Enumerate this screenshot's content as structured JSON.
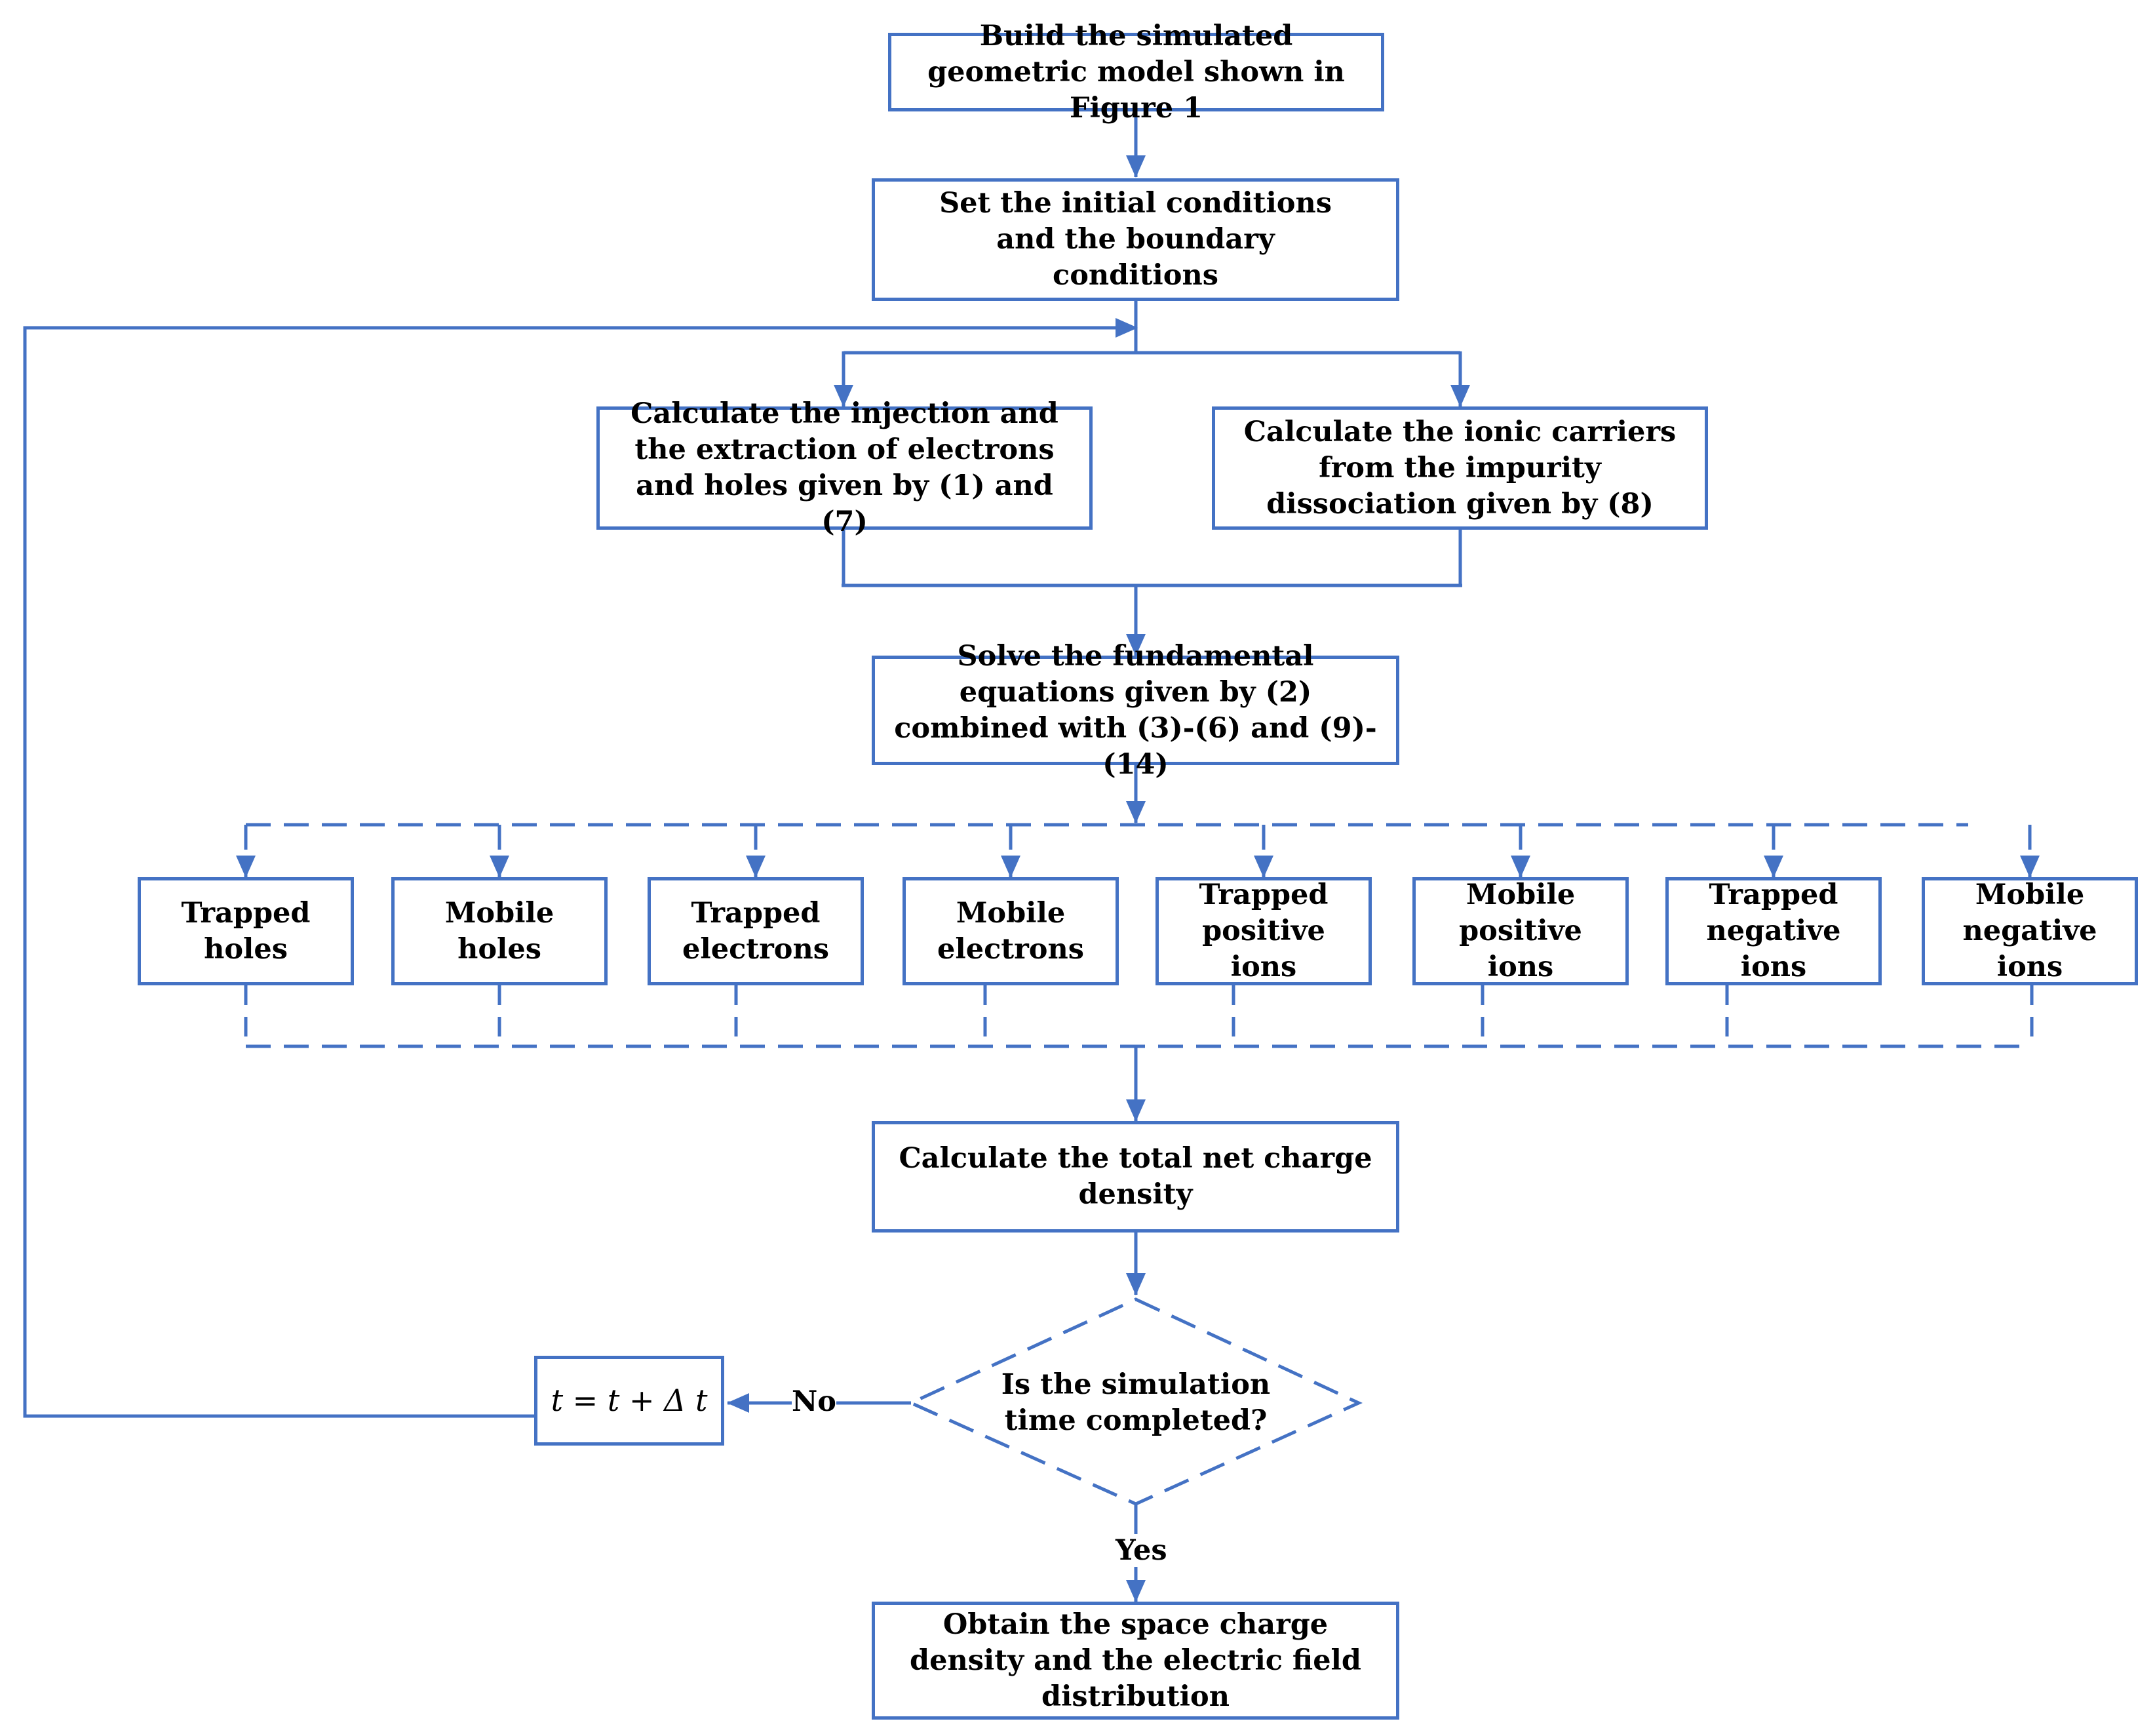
{
  "nodes": {
    "build_model": "Build the simulated geometric model shown in Figure 1",
    "set_conditions": "Set the initial conditions and the boundary conditions",
    "calc_injection": "Calculate the injection and the extraction of electrons and holes given by (1) and (7)",
    "calc_ionic": "Calculate the ionic carriers from the impurity dissociation given by (8)",
    "solve_equations": "Solve the fundamental equations given by (2) combined with (3)-(6) and (9)-(14)",
    "carriers": [
      "Trapped holes",
      "Mobile holes",
      "Trapped electrons",
      "Mobile electrons",
      "Trapped positive ions",
      "Mobile positive ions",
      "Trapped negative ions",
      "Mobile negative ions"
    ],
    "calc_total": "Calculate the total net charge density",
    "decision": "Is the simulation time completed?",
    "time_step": "t =  t + Δ t",
    "obtain_result": "Obtain the space charge density and the electric field distribution"
  },
  "edges": {
    "no_label": "No",
    "yes_label": "Yes"
  },
  "colors": {
    "line": "#4472C4",
    "text": "#000000",
    "background": "#ffffff"
  }
}
